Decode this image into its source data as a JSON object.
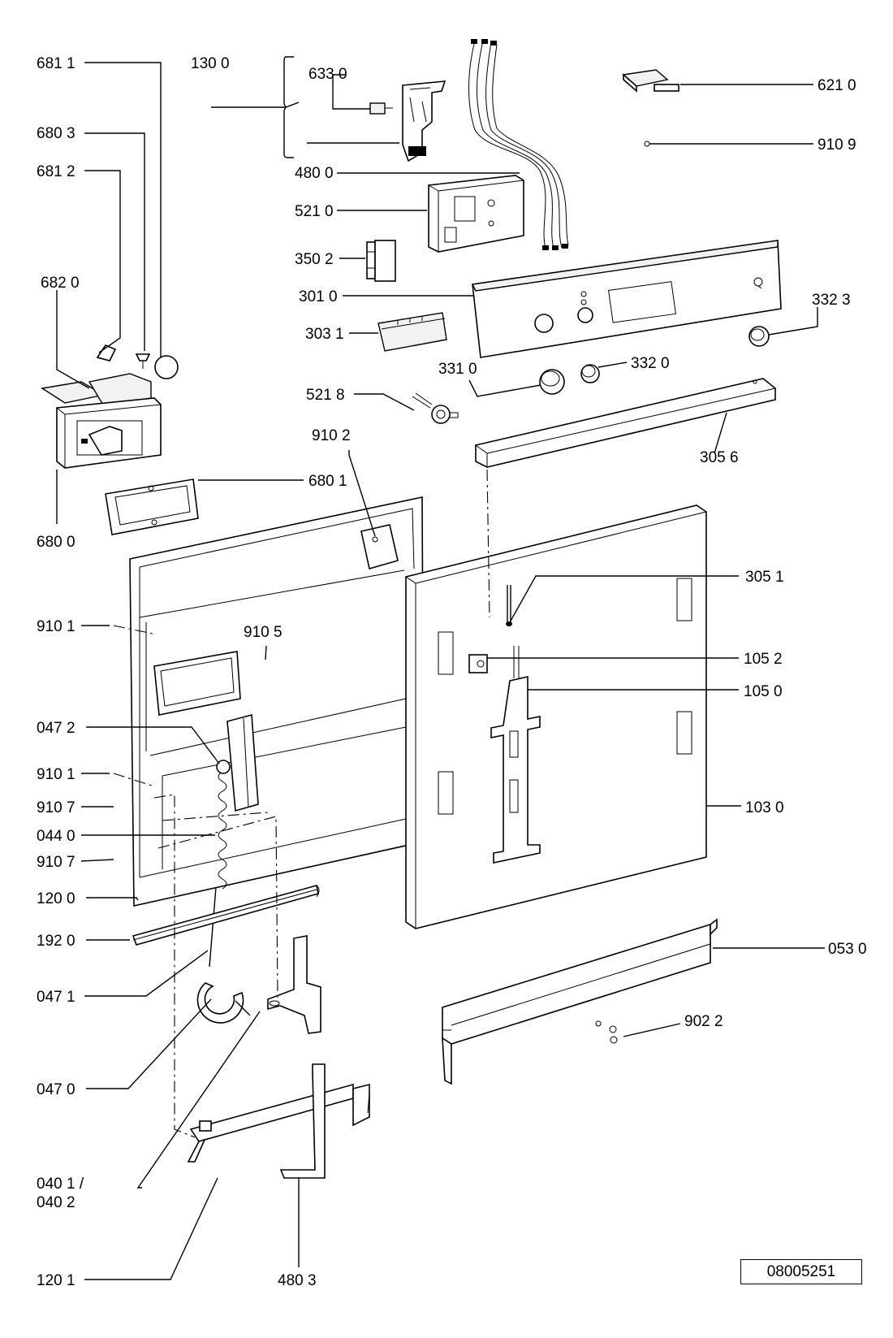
{
  "labels": {
    "l_681_1": "681 1",
    "l_130_0": "130 0",
    "l_633_0": "633 0",
    "l_621_0": "621 0",
    "l_680_3": "680 3",
    "l_910_9": "910 9",
    "l_681_2": "681 2",
    "l_480_0": "480 0",
    "l_521_0": "521 0",
    "l_350_2": "350 2",
    "l_682_0": "682 0",
    "l_301_0": "301 0",
    "l_332_3": "332 3",
    "l_303_1": "303 1",
    "l_331_0": "331 0",
    "l_332_0": "332 0",
    "l_521_8": "521 8",
    "l_305_6": "305 6",
    "l_910_2": "910 2",
    "l_680_1": "680 1",
    "l_680_0": "680 0",
    "l_305_1": "305 1",
    "l_910_1a": "910 1",
    "l_910_5": "910 5",
    "l_105_2": "105 2",
    "l_105_0": "105 0",
    "l_047_2": "047 2",
    "l_910_1b": "910 1",
    "l_910_7a": "910 7",
    "l_103_0": "103 0",
    "l_044_0": "044 0",
    "l_910_7b": "910 7",
    "l_120_0": "120 0",
    "l_192_0": "192 0",
    "l_053_0": "053 0",
    "l_047_1": "047 1",
    "l_902_2": "902 2",
    "l_047_0": "047 0",
    "l_040_1": "040 1 /",
    "l_040_2": "040 2",
    "l_120_1": "120 1",
    "l_480_3": "480 3"
  },
  "drawing_number": "08005251"
}
